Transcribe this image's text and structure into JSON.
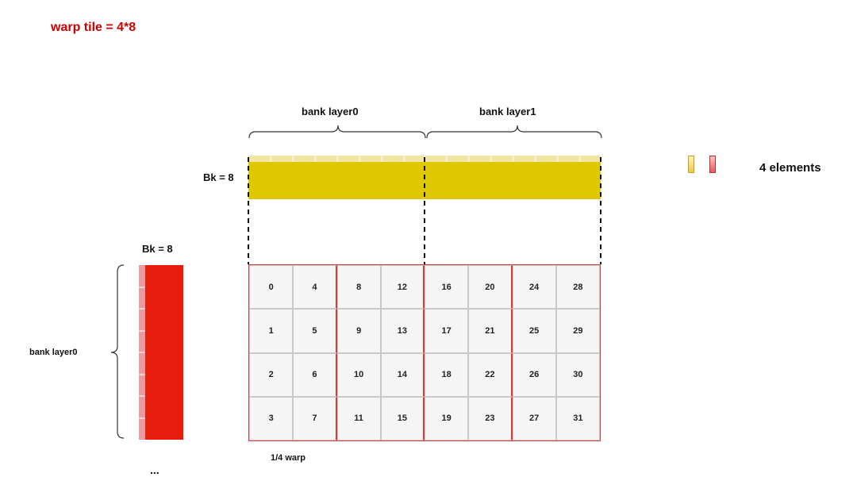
{
  "title": "warp tile = 4*8",
  "top_labels": {
    "layer0": "bank layer0",
    "layer1": "bank layer1"
  },
  "bk_top": "Bk = 8",
  "bk_left": "Bk = 8",
  "left_label": "bank layer0",
  "legend": {
    "text": "4 elements"
  },
  "grid": {
    "rows": [
      [
        "0",
        "4",
        "8",
        "12",
        "16",
        "20",
        "24",
        "28"
      ],
      [
        "1",
        "5",
        "9",
        "13",
        "17",
        "21",
        "25",
        "29"
      ],
      [
        "2",
        "6",
        "10",
        "14",
        "18",
        "22",
        "26",
        "30"
      ],
      [
        "3",
        "7",
        "11",
        "15",
        "19",
        "23",
        "27",
        "31"
      ]
    ]
  },
  "quarter_warp": "1/4 warp",
  "ellipsis": "...",
  "colors": {
    "title": "#cc0000",
    "yellow_block": "#e0c800",
    "red_block": "#e81c0c",
    "grid_border": "#d83a3a"
  }
}
